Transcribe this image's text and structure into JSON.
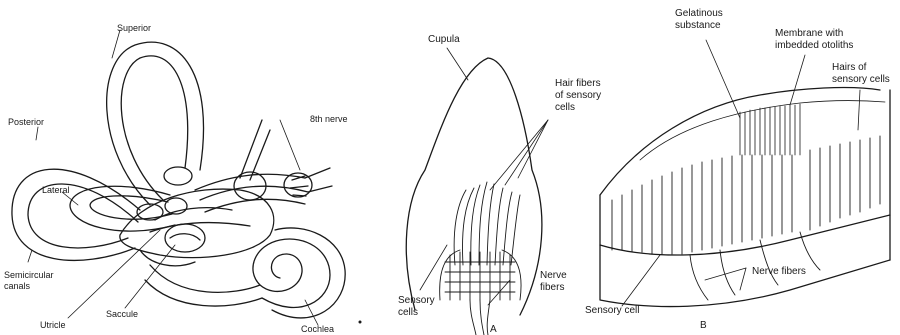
{
  "inner_ear": {
    "superior": "Superior",
    "posterior": "Posterior",
    "lateral": "Lateral",
    "eighth_nerve": "8th nerve",
    "semicircular_canals": [
      "Semicircular",
      "canals"
    ],
    "utricle": "Utricle",
    "saccule": "Saccule",
    "cochlea": "Cochlea"
  },
  "crista": {
    "cupula": "Cupula",
    "hair_fibers": [
      "Hair fibers",
      "of sensory",
      "cells"
    ],
    "sensory_cells": [
      "Sensory",
      "cells"
    ],
    "nerve_fibers": [
      "Nerve",
      "fibers"
    ],
    "panel_label": "A"
  },
  "macula": {
    "gelatinous_substance": [
      "Gelatinous",
      "substance"
    ],
    "membrane": [
      "Membrane with",
      "imbedded otoliths"
    ],
    "hairs": [
      "Hairs of",
      "sensory cells"
    ],
    "nerve_fibers": "Nerve fibers",
    "sensory_cell": "Sensory cell",
    "panel_label": "B"
  },
  "colors": {
    "ink": "#1a1a1a",
    "paper": "#ffffff"
  }
}
